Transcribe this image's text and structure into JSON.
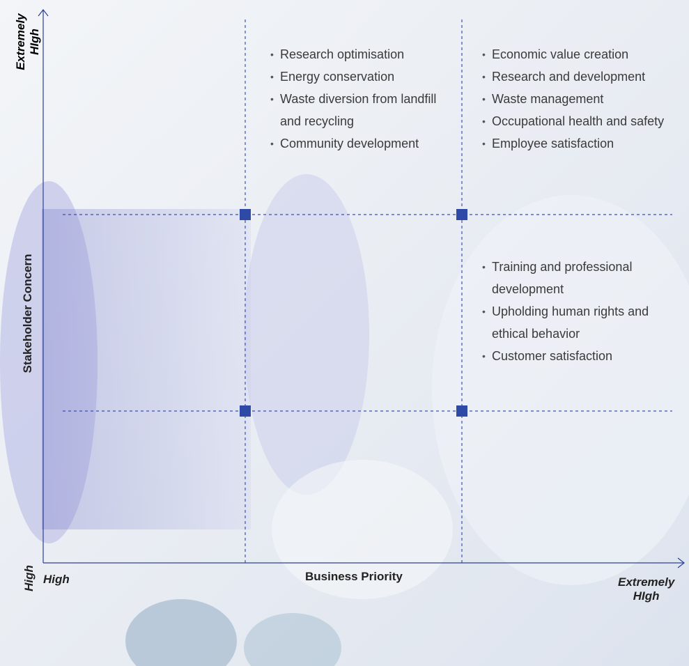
{
  "axes": {
    "y_title": "Stakeholder Concern",
    "x_title": "Business Priority",
    "y_low": "High",
    "y_high_line1": "Extremely",
    "y_high_line2": "HIgh",
    "x_low": "High",
    "x_high_line1": "Extremely",
    "x_high_line2": "HIgh"
  },
  "quadrants": {
    "top_middle": [
      "Research optimisation",
      "Energy conservation",
      "Waste diversion from landfill and recycling",
      "Community development"
    ],
    "top_right": [
      "Economic value creation",
      "Research and development",
      "Waste management",
      "Occupational health and safety",
      "Employee satisfaction"
    ],
    "middle_right": [
      "Training and professional development",
      "Upholding human rights and ethical behavior",
      "Customer satisfaction"
    ]
  },
  "colors": {
    "accent": "#2f4aa6",
    "grid": "#3a4fb0"
  }
}
